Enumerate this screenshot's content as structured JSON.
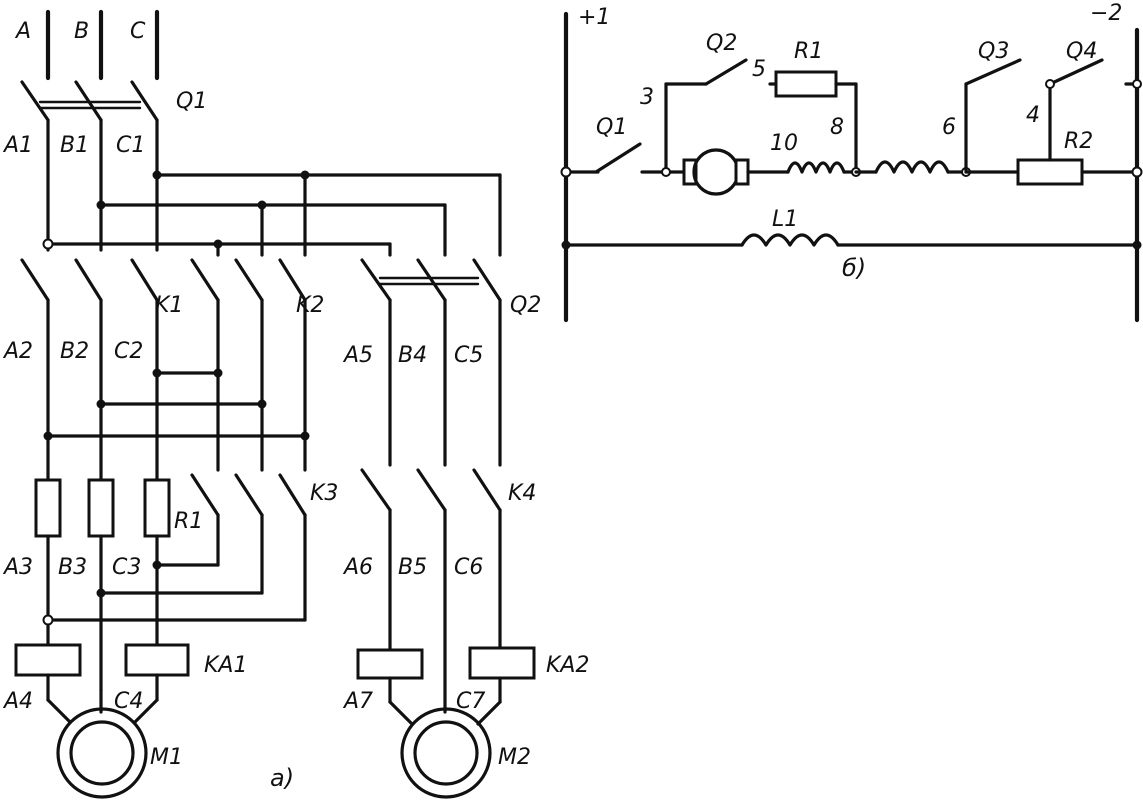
{
  "colors": {
    "ink": "#111111",
    "paper": "#ffffff"
  },
  "diagram_a": {
    "caption": "a)",
    "phases": {
      "a": "A",
      "b": "B",
      "c": "C"
    },
    "q1": "Q1",
    "row1": {
      "a": "A1",
      "b": "B1",
      "c": "C1"
    },
    "k1": "K1",
    "k2": "K2",
    "k3": "K3",
    "k4": "K4",
    "row2": {
      "a": "A2",
      "b": "B2",
      "c": "C2"
    },
    "q2": "Q2",
    "row5": {
      "a": "A5",
      "b": "B4",
      "c": "C5"
    },
    "r1": "R1",
    "row3": {
      "a": "A3",
      "b": "B3",
      "c": "C3"
    },
    "row6": {
      "a": "A6",
      "b": "B5",
      "c": "C6"
    },
    "ka1": "KA1",
    "ka2": "KA2",
    "row4": {
      "a": "A4",
      "c": "C4"
    },
    "row7": {
      "a": "A7",
      "c": "C7"
    },
    "m1": "M1",
    "m2": "M2"
  },
  "diagram_b": {
    "caption": "б)",
    "plus": "+1",
    "minus": "−2",
    "q1": "Q1",
    "q2": "Q2",
    "q3": "Q3",
    "q4": "Q4",
    "r1": "R1",
    "r2": "R2",
    "l1": "L1",
    "n3": "3",
    "n5": "5",
    "n8": "8",
    "n10": "10",
    "n6": "6",
    "n4": "4"
  }
}
